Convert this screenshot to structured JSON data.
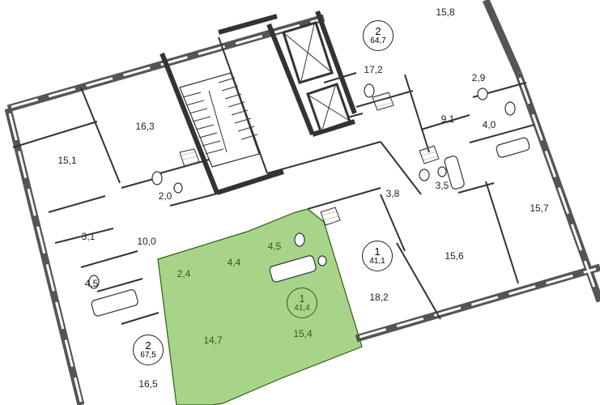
{
  "highlight_color": "#a8d48a",
  "apartments": [
    {
      "id": "apt-top",
      "rooms": "2",
      "area": "64,7"
    },
    {
      "id": "apt-right",
      "rooms": "1",
      "area": "41,1"
    },
    {
      "id": "apt-selected",
      "rooms": "1",
      "area": "41,4"
    },
    {
      "id": "apt-left",
      "rooms": "2",
      "area": "67,5"
    }
  ],
  "rooms": [
    {
      "id": "r1",
      "area": "15,8"
    },
    {
      "id": "r2",
      "area": "17,2"
    },
    {
      "id": "r3",
      "area": "2,9"
    },
    {
      "id": "r4",
      "area": "16,3"
    },
    {
      "id": "r5",
      "area": "9,1"
    },
    {
      "id": "r6",
      "area": "4,0"
    },
    {
      "id": "r7",
      "area": "15,1"
    },
    {
      "id": "r8",
      "area": "3,8"
    },
    {
      "id": "r9",
      "area": "3,5"
    },
    {
      "id": "r10",
      "area": "2,0"
    },
    {
      "id": "r11",
      "area": "15,7"
    },
    {
      "id": "r12",
      "area": "3,1"
    },
    {
      "id": "r13",
      "area": "10,0"
    },
    {
      "id": "r14",
      "area": "4,5"
    },
    {
      "id": "r15",
      "area": "4,4"
    },
    {
      "id": "r16",
      "area": "15,6"
    },
    {
      "id": "r17",
      "area": "2,4"
    },
    {
      "id": "r18",
      "area": "4,5"
    },
    {
      "id": "r19",
      "area": "18,2"
    },
    {
      "id": "r20",
      "area": "14,7"
    },
    {
      "id": "r21",
      "area": "15,4"
    },
    {
      "id": "r22",
      "area": "16,5"
    }
  ]
}
